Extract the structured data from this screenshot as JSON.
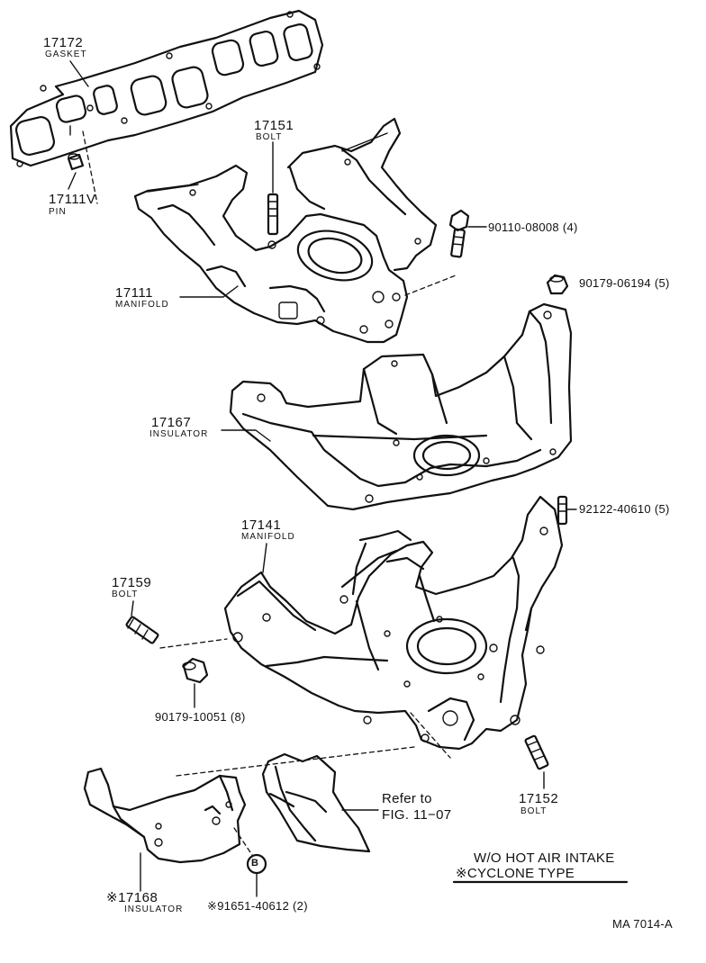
{
  "parts": {
    "gasket": {
      "number": "17172",
      "name": "GASKET"
    },
    "pin": {
      "number": "17111V",
      "name": "PIN"
    },
    "stud_bolt_upper": {
      "number": "17151",
      "name": "BOLT"
    },
    "intake_manifold": {
      "number": "17111",
      "name": "MANIFOLD"
    },
    "bolt_upper": {
      "code": "90110-08008 (4)"
    },
    "nut_upper": {
      "code": "90179-06194 (5)"
    },
    "insulator_upper": {
      "number": "17167",
      "name": "INSULATOR"
    },
    "stud": {
      "code": "92122-40610 (5)"
    },
    "exhaust_manifold": {
      "number": "17141",
      "name": "MANIFOLD"
    },
    "bolt_left": {
      "number": "17159",
      "name": "BOLT"
    },
    "nut_lower": {
      "code": "90179-10051 (8)"
    },
    "stud_bolt_lower": {
      "number": "17152",
      "name": "BOLT"
    },
    "insulator_lower": {
      "number": "※17168",
      "name": "INSULATOR"
    },
    "washer": {
      "code": "※91651-40612 (2)",
      "marker": "B"
    }
  },
  "reference": {
    "line1": "Refer to",
    "line2": "FIG. 11−07"
  },
  "notes": {
    "line1": "W/O HOT AIR INTAKE",
    "line2": "※CYCLONE TYPE"
  },
  "figure_code": "MA 7014-A"
}
